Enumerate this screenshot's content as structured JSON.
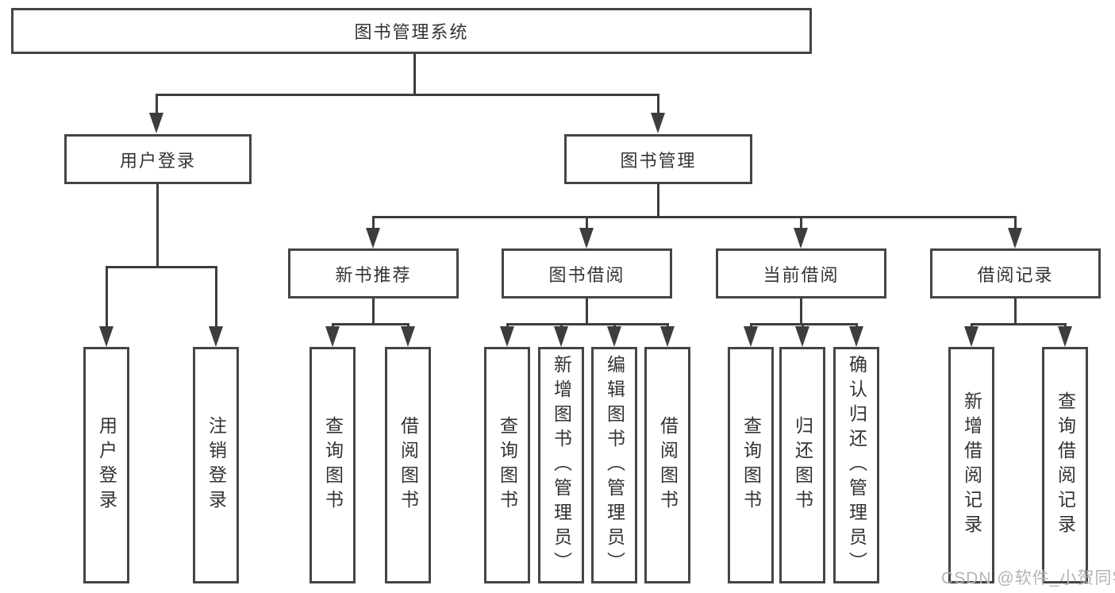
{
  "diagram_type": "functional-structure-tree",
  "tree": {
    "label": "图书管理系统",
    "children": [
      {
        "label": "用户登录",
        "children": [
          {
            "label": "用户登录"
          },
          {
            "label": "注销登录"
          }
        ]
      },
      {
        "label": "图书管理",
        "children": [
          {
            "label": "新书推荐",
            "children": [
              {
                "label": "查询图书"
              },
              {
                "label": "借阅图书"
              }
            ]
          },
          {
            "label": "图书借阅",
            "children": [
              {
                "label": "查询图书"
              },
              {
                "label": "新增图书（管理员）"
              },
              {
                "label": "编辑图书（管理员）"
              },
              {
                "label": "借阅图书"
              }
            ]
          },
          {
            "label": "当前借阅",
            "children": [
              {
                "label": "查询图书"
              },
              {
                "label": "归还图书"
              },
              {
                "label": "确认归还（管理员）"
              }
            ]
          },
          {
            "label": "借阅记录",
            "children": [
              {
                "label": "新增借阅记录"
              },
              {
                "label": "查询借阅记录"
              }
            ]
          }
        ]
      }
    ]
  },
  "watermark": {
    "text": "CSDN @软件_小贺同学"
  },
  "colors": {
    "background": "#ffffff",
    "line": "#3d3d3d",
    "box_border": "#454545",
    "text": "#333333",
    "watermark": "#b4b4b4"
  }
}
